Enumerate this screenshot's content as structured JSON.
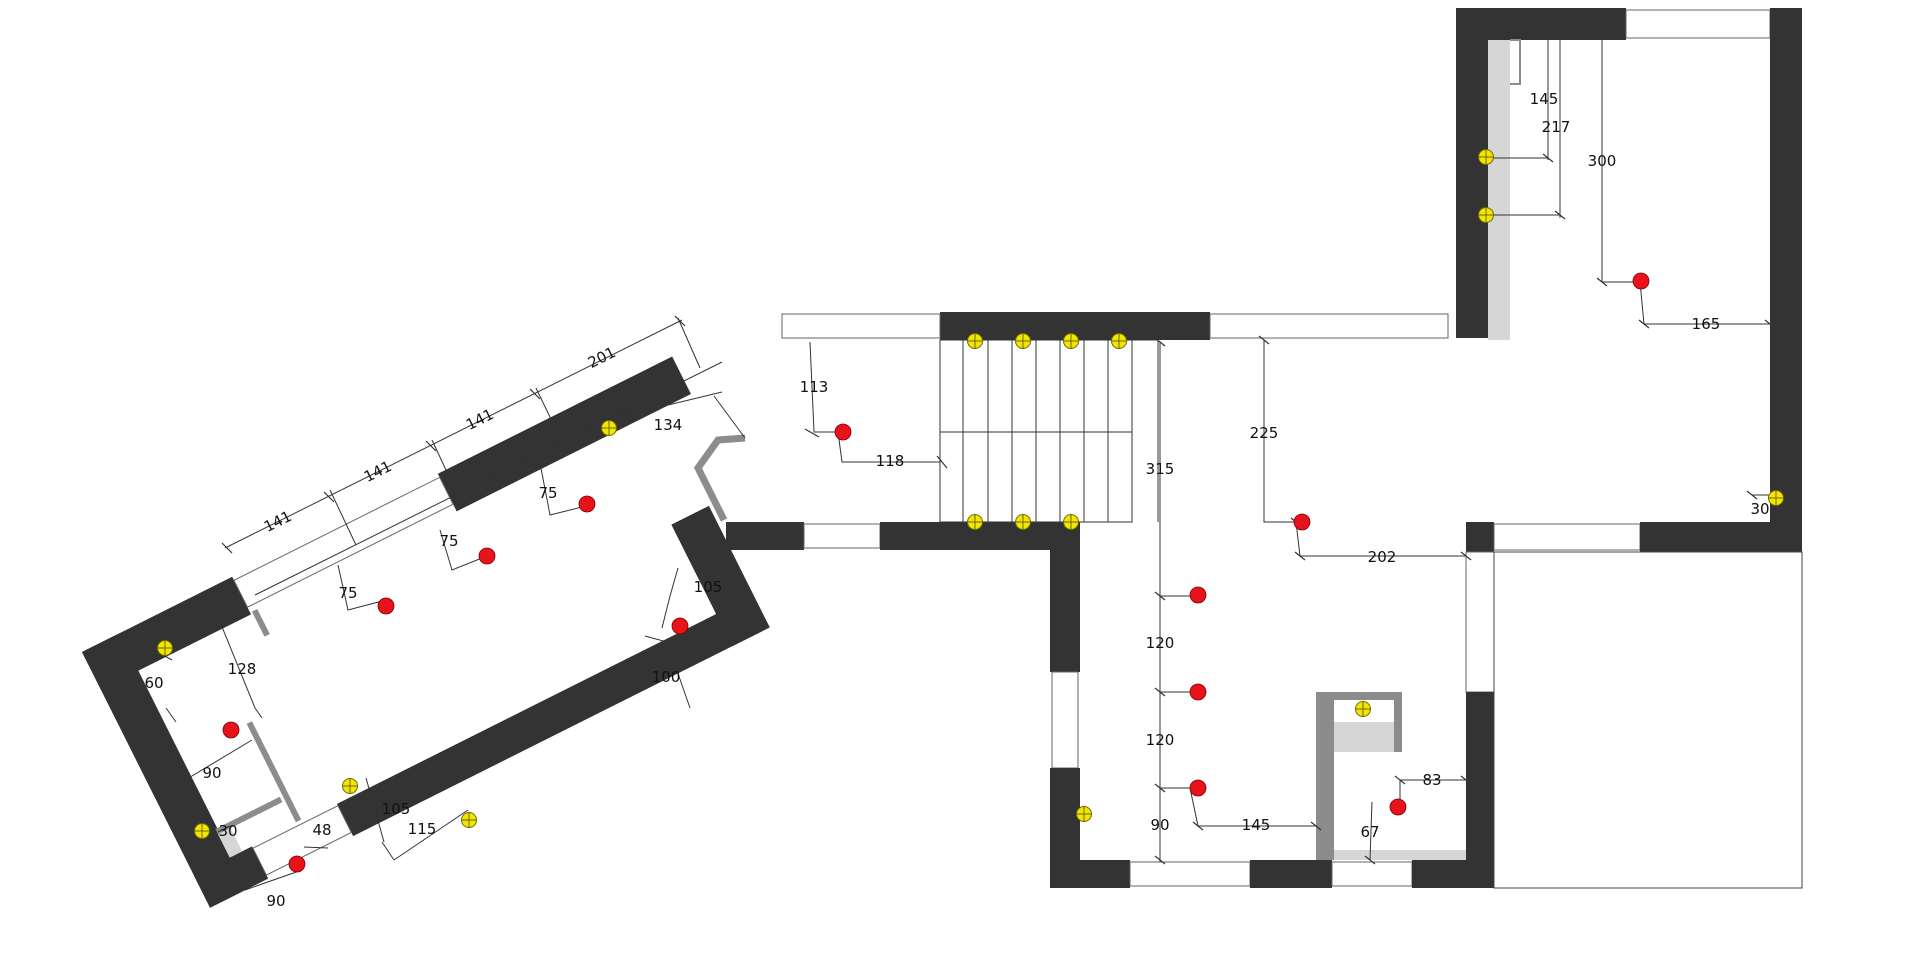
{
  "colors": {
    "wall": "#333333",
    "partition": "#8c8c8c",
    "light_partition": "#d6d6d6",
    "ceiling_light": "#e8121b",
    "socket_fill": "#f2e600",
    "socket_stroke": "#6f6a00",
    "dimension_line": "#333333"
  },
  "legend_icons": {
    "ceiling_light": "red-dot-icon",
    "socket": "yellow-crossed-circle-icon"
  },
  "dimensions": [
    {
      "id": "d201",
      "label": "201"
    },
    {
      "id": "d141a",
      "label": "141"
    },
    {
      "id": "d141b",
      "label": "141"
    },
    {
      "id": "d141c",
      "label": "141"
    },
    {
      "id": "d134",
      "label": "134"
    },
    {
      "id": "d75a",
      "label": "75"
    },
    {
      "id": "d75b",
      "label": "75"
    },
    {
      "id": "d75c",
      "label": "75"
    },
    {
      "id": "d128",
      "label": "128"
    },
    {
      "id": "d60",
      "label": "60"
    },
    {
      "id": "d90a",
      "label": "90"
    },
    {
      "id": "d30a",
      "label": "30"
    },
    {
      "id": "d48",
      "label": "48"
    },
    {
      "id": "d105a",
      "label": "105"
    },
    {
      "id": "d115",
      "label": "115"
    },
    {
      "id": "d90b",
      "label": "90"
    },
    {
      "id": "d105b",
      "label": "105"
    },
    {
      "id": "d100",
      "label": "100"
    },
    {
      "id": "d113",
      "label": "113"
    },
    {
      "id": "d118",
      "label": "118"
    },
    {
      "id": "d315",
      "label": "315"
    },
    {
      "id": "d225",
      "label": "225"
    },
    {
      "id": "d202",
      "label": "202"
    },
    {
      "id": "d120a",
      "label": "120"
    },
    {
      "id": "d120b",
      "label": "120"
    },
    {
      "id": "d90c",
      "label": "90"
    },
    {
      "id": "d145a",
      "label": "145"
    },
    {
      "id": "d83",
      "label": "83"
    },
    {
      "id": "d67",
      "label": "67"
    },
    {
      "id": "d145b",
      "label": "145"
    },
    {
      "id": "d217",
      "label": "217"
    },
    {
      "id": "d300",
      "label": "300"
    },
    {
      "id": "d165",
      "label": "165"
    },
    {
      "id": "d30b",
      "label": "30"
    }
  ]
}
